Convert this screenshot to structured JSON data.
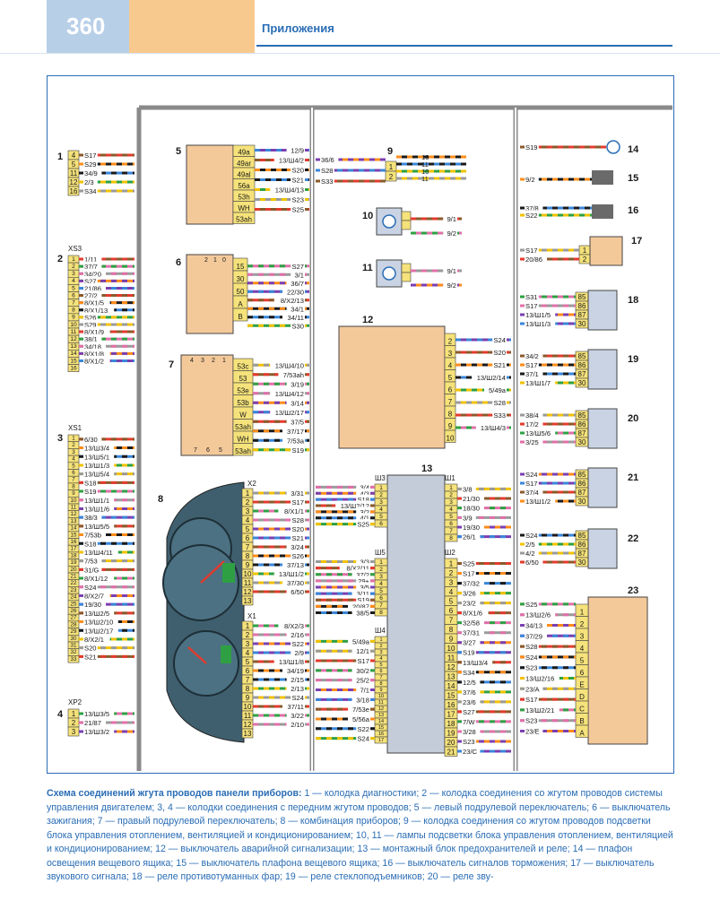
{
  "header": {
    "page_number": "360",
    "section_title": "Приложения"
  },
  "caption": {
    "lead": "Схема соединений жгута проводов панели приборов:",
    "body": " 1 — колодка диагностики; 2 — колодка соединения со жгутом проводов системы управления двигателем; 3, 4 — колодки соединения с передним жгутом проводов; 5 — левый подрулевой переключатель; 6 — выключатель зажигания; 7 — правый подрулевой переключатель; 8 — комбинация приборов; 9 — колодка соединения со жгутом проводов подсветки блока управления отоплением, вентиляцией и кондиционированием; 10, 11 — лампы подсветки блока управления отоплением, вентиляцией и кондиционированием; 12 — выключатель аварийной сигнализации; 13 — монтажный блок предохранителей и реле; 14 — плафон освещения вещевого ящика; 15 — выключатель плафона вещевого ящика; 16 — выключатель сигналов торможения; 17 — выключатель звукового сигнала; 18 — реле противотуманных фар; 19 — реле стеклоподъемников; 20 — реле зву-"
  },
  "colors": {
    "accent": "#2a6db5",
    "connector": "#f5e27a",
    "component": "#f4c99a",
    "relay": "#c9d3e3",
    "dash": "#3f5f6e"
  },
  "components": {
    "c1": {
      "num": "1",
      "pins": [
        "4",
        "5",
        "11",
        "12",
        "16"
      ],
      "wires": [
        "S17",
        "S29",
        "34/9",
        "2/3",
        "S34"
      ]
    },
    "c2": {
      "num": "2",
      "title": "XS3",
      "pins": [
        "1",
        "2",
        "3",
        "4",
        "5",
        "6",
        "7",
        "8",
        "9",
        "10",
        "11",
        "12",
        "13",
        "14",
        "15",
        "16"
      ],
      "wires": [
        "1/11",
        "37/7",
        "34/20",
        "S27",
        "21/86",
        "27/2",
        "8/X1/5",
        "8/X1/13",
        "S26",
        "S29",
        "8/X1/9",
        "38/1",
        "34/18",
        "8/X1/8",
        "8/X1/2"
      ]
    },
    "c3": {
      "num": "3",
      "title": "XS1",
      "pins": [
        "1",
        "2",
        "3",
        "4",
        "5",
        "6",
        "7",
        "8",
        "9",
        "10",
        "11",
        "12",
        "13",
        "14",
        "15",
        "16",
        "17",
        "18",
        "19",
        "20",
        "21",
        "22",
        "23",
        "24",
        "25",
        "26",
        "27",
        "28",
        "29",
        "30",
        "31",
        "32",
        "33"
      ],
      "wires": [
        "6/30",
        "13/Ш3/4",
        "13/Ш5/1",
        "13/Ш1/3",
        "13/Ш5/4",
        "S18",
        "S19",
        "13/Ш1/1",
        "13/Ш1/6",
        "38/3",
        "13/Ш5/5",
        "7/53b",
        "S18",
        "13/Ш4/11",
        "7/53",
        "31/G",
        "8/X1/12",
        "S24",
        "8/X2/7",
        "19/30",
        "13/Ш2/5",
        "13/Ш2/10",
        "13/Ш2/17",
        "8/X2/1",
        "S20",
        "S21"
      ]
    },
    "c4": {
      "num": "4",
      "title": "XP2",
      "pins": [
        "1",
        "2",
        "3"
      ],
      "wires": [
        "13/Ш3/5",
        "21/87",
        "13/Ш3/2"
      ]
    },
    "c5": {
      "num": "5",
      "pins": [
        "49a",
        "49ar",
        "49al",
        "56a",
        "53h",
        "WH",
        "53ah"
      ],
      "wires": [
        "12/9",
        "13/Ш4/2",
        "S20",
        "S21",
        "13/Ш4/13",
        "S23",
        "S25"
      ]
    },
    "c6": {
      "num": "6",
      "pins": [
        "15",
        "30",
        "50",
        "A",
        "B"
      ],
      "wires": [
        "S27",
        "3/1",
        "36/7",
        "22/30",
        "8/X2/13",
        "34/1",
        "34/11",
        "S30"
      ],
      "top": [
        "2",
        "1",
        "0"
      ]
    },
    "c7": {
      "num": "7",
      "pins": [
        "53c",
        "53",
        "53e",
        "53b",
        "W",
        "53ah",
        "WH",
        "53ah"
      ],
      "wires": [
        "13/Ш4/10",
        "7/53ah",
        "3/19",
        "13/Ш4/12",
        "3/14",
        "13/Ш2/17",
        "37/5",
        "37/17",
        "7/53a",
        "S19"
      ],
      "top": [
        "4",
        "3",
        "2",
        "1"
      ],
      "bottom": [
        "7",
        "6",
        "5"
      ]
    },
    "c8": {
      "num": "8",
      "x2_title": "X2",
      "x1_title": "X1",
      "x2_pins": [
        "1",
        "2",
        "3",
        "4",
        "5",
        "6",
        "7",
        "8",
        "9",
        "10",
        "11",
        "12",
        "13"
      ],
      "x2_wires": [
        "3/31",
        "S17",
        "8/X1/1",
        "S28",
        "S20",
        "S21",
        "3/24",
        "S26",
        "37/13",
        "13/Ш1/2",
        "37/30",
        "6/50"
      ],
      "x1_pins": [
        "1",
        "2",
        "3",
        "4",
        "5",
        "6",
        "7",
        "8",
        "9",
        "10",
        "11",
        "12",
        "13"
      ],
      "x1_wires": [
        "8/X2/3",
        "2/16",
        "S22",
        "2/9",
        "13/Ш1/8",
        "34/19",
        "2/15",
        "2/13",
        "S24",
        "37/11",
        "3/22",
        "2/10"
      ]
    },
    "c9": {
      "num": "9",
      "pins": [
        "1",
        "2"
      ],
      "wires_l": [
        "36/6",
        "S28",
        "S33"
      ],
      "wires_r": [
        "10",
        "11",
        "10",
        "11"
      ]
    },
    "c10": {
      "num": "10",
      "wires": [
        "9/1",
        "9/2"
      ]
    },
    "c11": {
      "num": "11",
      "wires": [
        "9/1",
        "9/2"
      ]
    },
    "c12": {
      "num": "12",
      "pins": [
        "2",
        "3",
        "4",
        "5",
        "6",
        "7",
        "8",
        "9",
        "10"
      ],
      "wires": [
        "S24",
        "S20",
        "S21",
        "13/Ш2/14",
        "5/49a",
        "S28",
        "S33",
        "13/Ш4/3"
      ]
    },
    "c13": {
      "num": "13",
      "sh3": {
        "title": "Ш3",
        "pins": [
          "1",
          "2",
          "3",
          "4",
          "5",
          "6"
        ],
        "wires": [
          "3/4",
          "4/3",
          "S18",
          "13/Ш2/12",
          "3/2",
          "4/1",
          "S25"
        ]
      },
      "sh5": {
        "title": "Ш5",
        "pins": [
          "1",
          "2",
          "3",
          "4",
          "5",
          "6",
          "7",
          "8"
        ],
        "wires": [
          "3/3",
          "8/X2/11",
          "37/2",
          "29+",
          "3/5",
          "3/11",
          "S19",
          "20/87",
          "38/5"
        ]
      },
      "sh4": {
        "title": "Ш4",
        "pins": [
          "1",
          "2",
          "3",
          "4",
          "5",
          "6",
          "7",
          "8",
          "9",
          "10",
          "11",
          "12",
          "13",
          "14",
          "15",
          "16",
          "17"
        ],
        "wires": [
          "5/49a",
          "12/1",
          "S17",
          "30/2",
          "25/2",
          "7/1",
          "3/18",
          "7/53e",
          "5/56a",
          "S22",
          "S24"
        ]
      },
      "sh1": {
        "title": "Ш1",
        "pins": [
          "1",
          "2",
          "3",
          "4",
          "5",
          "6",
          "7",
          "8"
        ],
        "wires": [
          "3/8",
          "21/30",
          "18/30",
          "3/9",
          "19/30",
          "26/1"
        ]
      },
      "sh2": {
        "title": "Ш2",
        "pins": [
          "1",
          "2",
          "3",
          "4",
          "5",
          "6",
          "7",
          "8",
          "9",
          "10",
          "11",
          "12",
          "13",
          "14",
          "15",
          "16",
          "17",
          "18",
          "19",
          "20",
          "21"
        ],
        "wires": [
          "S25",
          "S17",
          "37/32",
          "3/26",
          "23/2",
          "8/X1/6",
          "32/58",
          "37/31",
          "3/27",
          "S19",
          "13/Ш3/4",
          "S34",
          "12/5",
          "37/6",
          "23/6",
          "S27",
          "7/W",
          "3/28",
          "S23",
          "23/C"
        ]
      }
    },
    "c14": {
      "num": "14",
      "wires": [
        "S19"
      ]
    },
    "c15": {
      "num": "15",
      "wires": [
        "9/2"
      ]
    },
    "c16": {
      "num": "16",
      "wires": [
        "37/8",
        "S22"
      ]
    },
    "c17": {
      "num": "17",
      "pins": [
        "1",
        "2"
      ],
      "wires": [
        "S17",
        "20/86"
      ]
    },
    "c18": {
      "num": "18",
      "pins": [
        "85",
        "86",
        "87",
        "30"
      ],
      "wires": [
        "S31",
        "S17",
        "13/Ш1/5",
        "13/Ш1/3"
      ]
    },
    "c19": {
      "num": "19",
      "pins": [
        "85",
        "86",
        "87",
        "30"
      ],
      "wires": [
        "34/2",
        "S17",
        "37/1",
        "13/Ш1/7"
      ]
    },
    "c20": {
      "num": "20",
      "pins": [
        "85",
        "86",
        "87",
        "30"
      ],
      "wires": [
        "38/4",
        "17/2",
        "13/Ш5/6",
        "3/25"
      ]
    },
    "c21": {
      "num": "21",
      "pins": [
        "85",
        "86",
        "87",
        "30"
      ],
      "wires": [
        "S24",
        "S17",
        "37/4",
        "13/Ш1/2"
      ]
    },
    "c22": {
      "num": "22",
      "pins": [
        "85",
        "86",
        "87",
        "30"
      ],
      "wires": [
        "S24",
        "2/5",
        "4/2",
        "6/50"
      ]
    },
    "c23": {
      "num": "23",
      "pins": [
        "1",
        "2",
        "3",
        "4",
        "5",
        "6",
        "E",
        "D",
        "C",
        "B",
        "A"
      ],
      "wires": [
        "S25",
        "13/Ш2/6",
        "34/13",
        "37/29",
        "S28",
        "S24",
        "S23",
        "13/Ш2/16",
        "23/A",
        "S17",
        "13/Ш2/21",
        "S23",
        "23/E"
      ]
    }
  }
}
